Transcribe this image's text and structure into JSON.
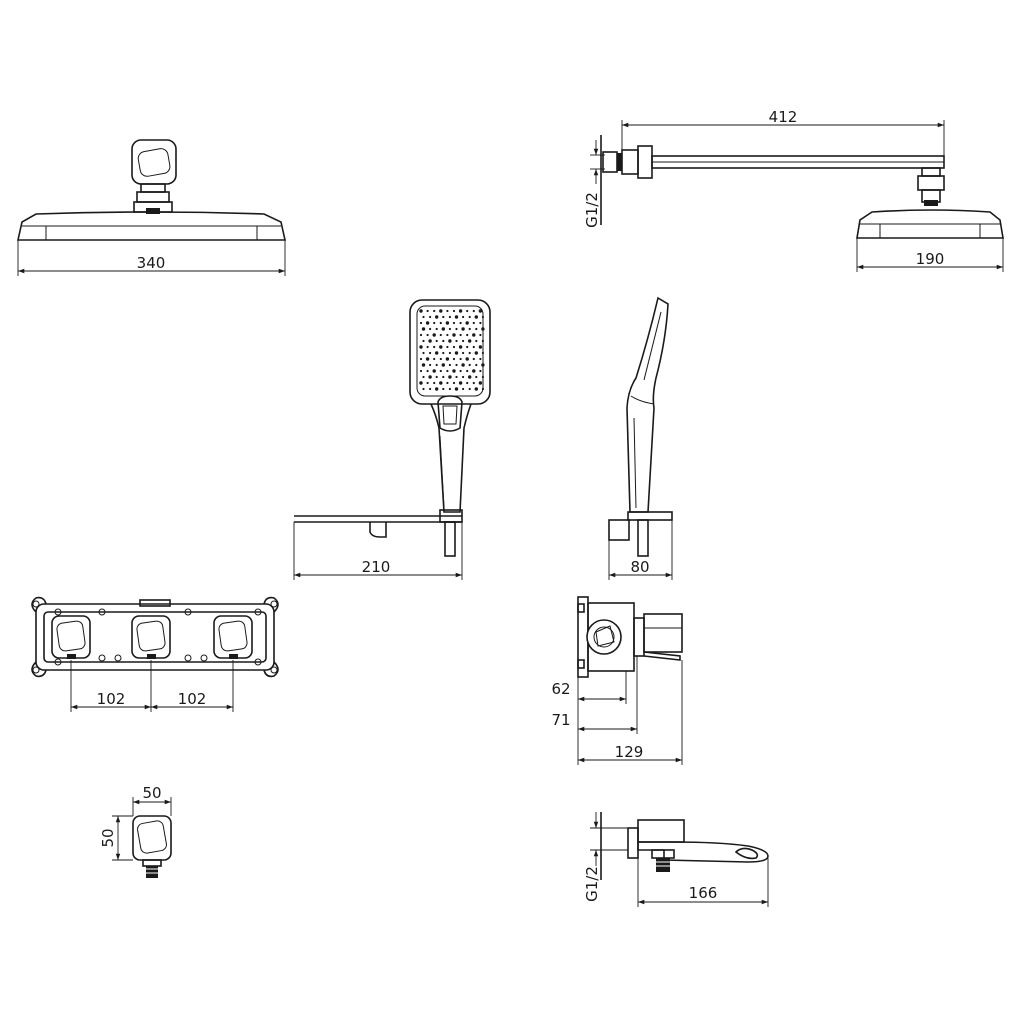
{
  "dimensions": {
    "overhead_width": "340",
    "arm_length": "412",
    "arm_thread": "G1/2",
    "overhead_side_width": "190",
    "handset_rail_length": "210",
    "handset_depth": "80",
    "valve_spacing_left": "102",
    "valve_spacing_right": "102",
    "valve_depth_1": "62",
    "valve_depth_2": "71",
    "valve_depth_3": "129",
    "outlet_width": "50",
    "outlet_height": "50",
    "spout_thread": "G1/2",
    "spout_length": "166"
  },
  "colors": {
    "line": "#1a1a1a",
    "background": "#ffffff"
  }
}
